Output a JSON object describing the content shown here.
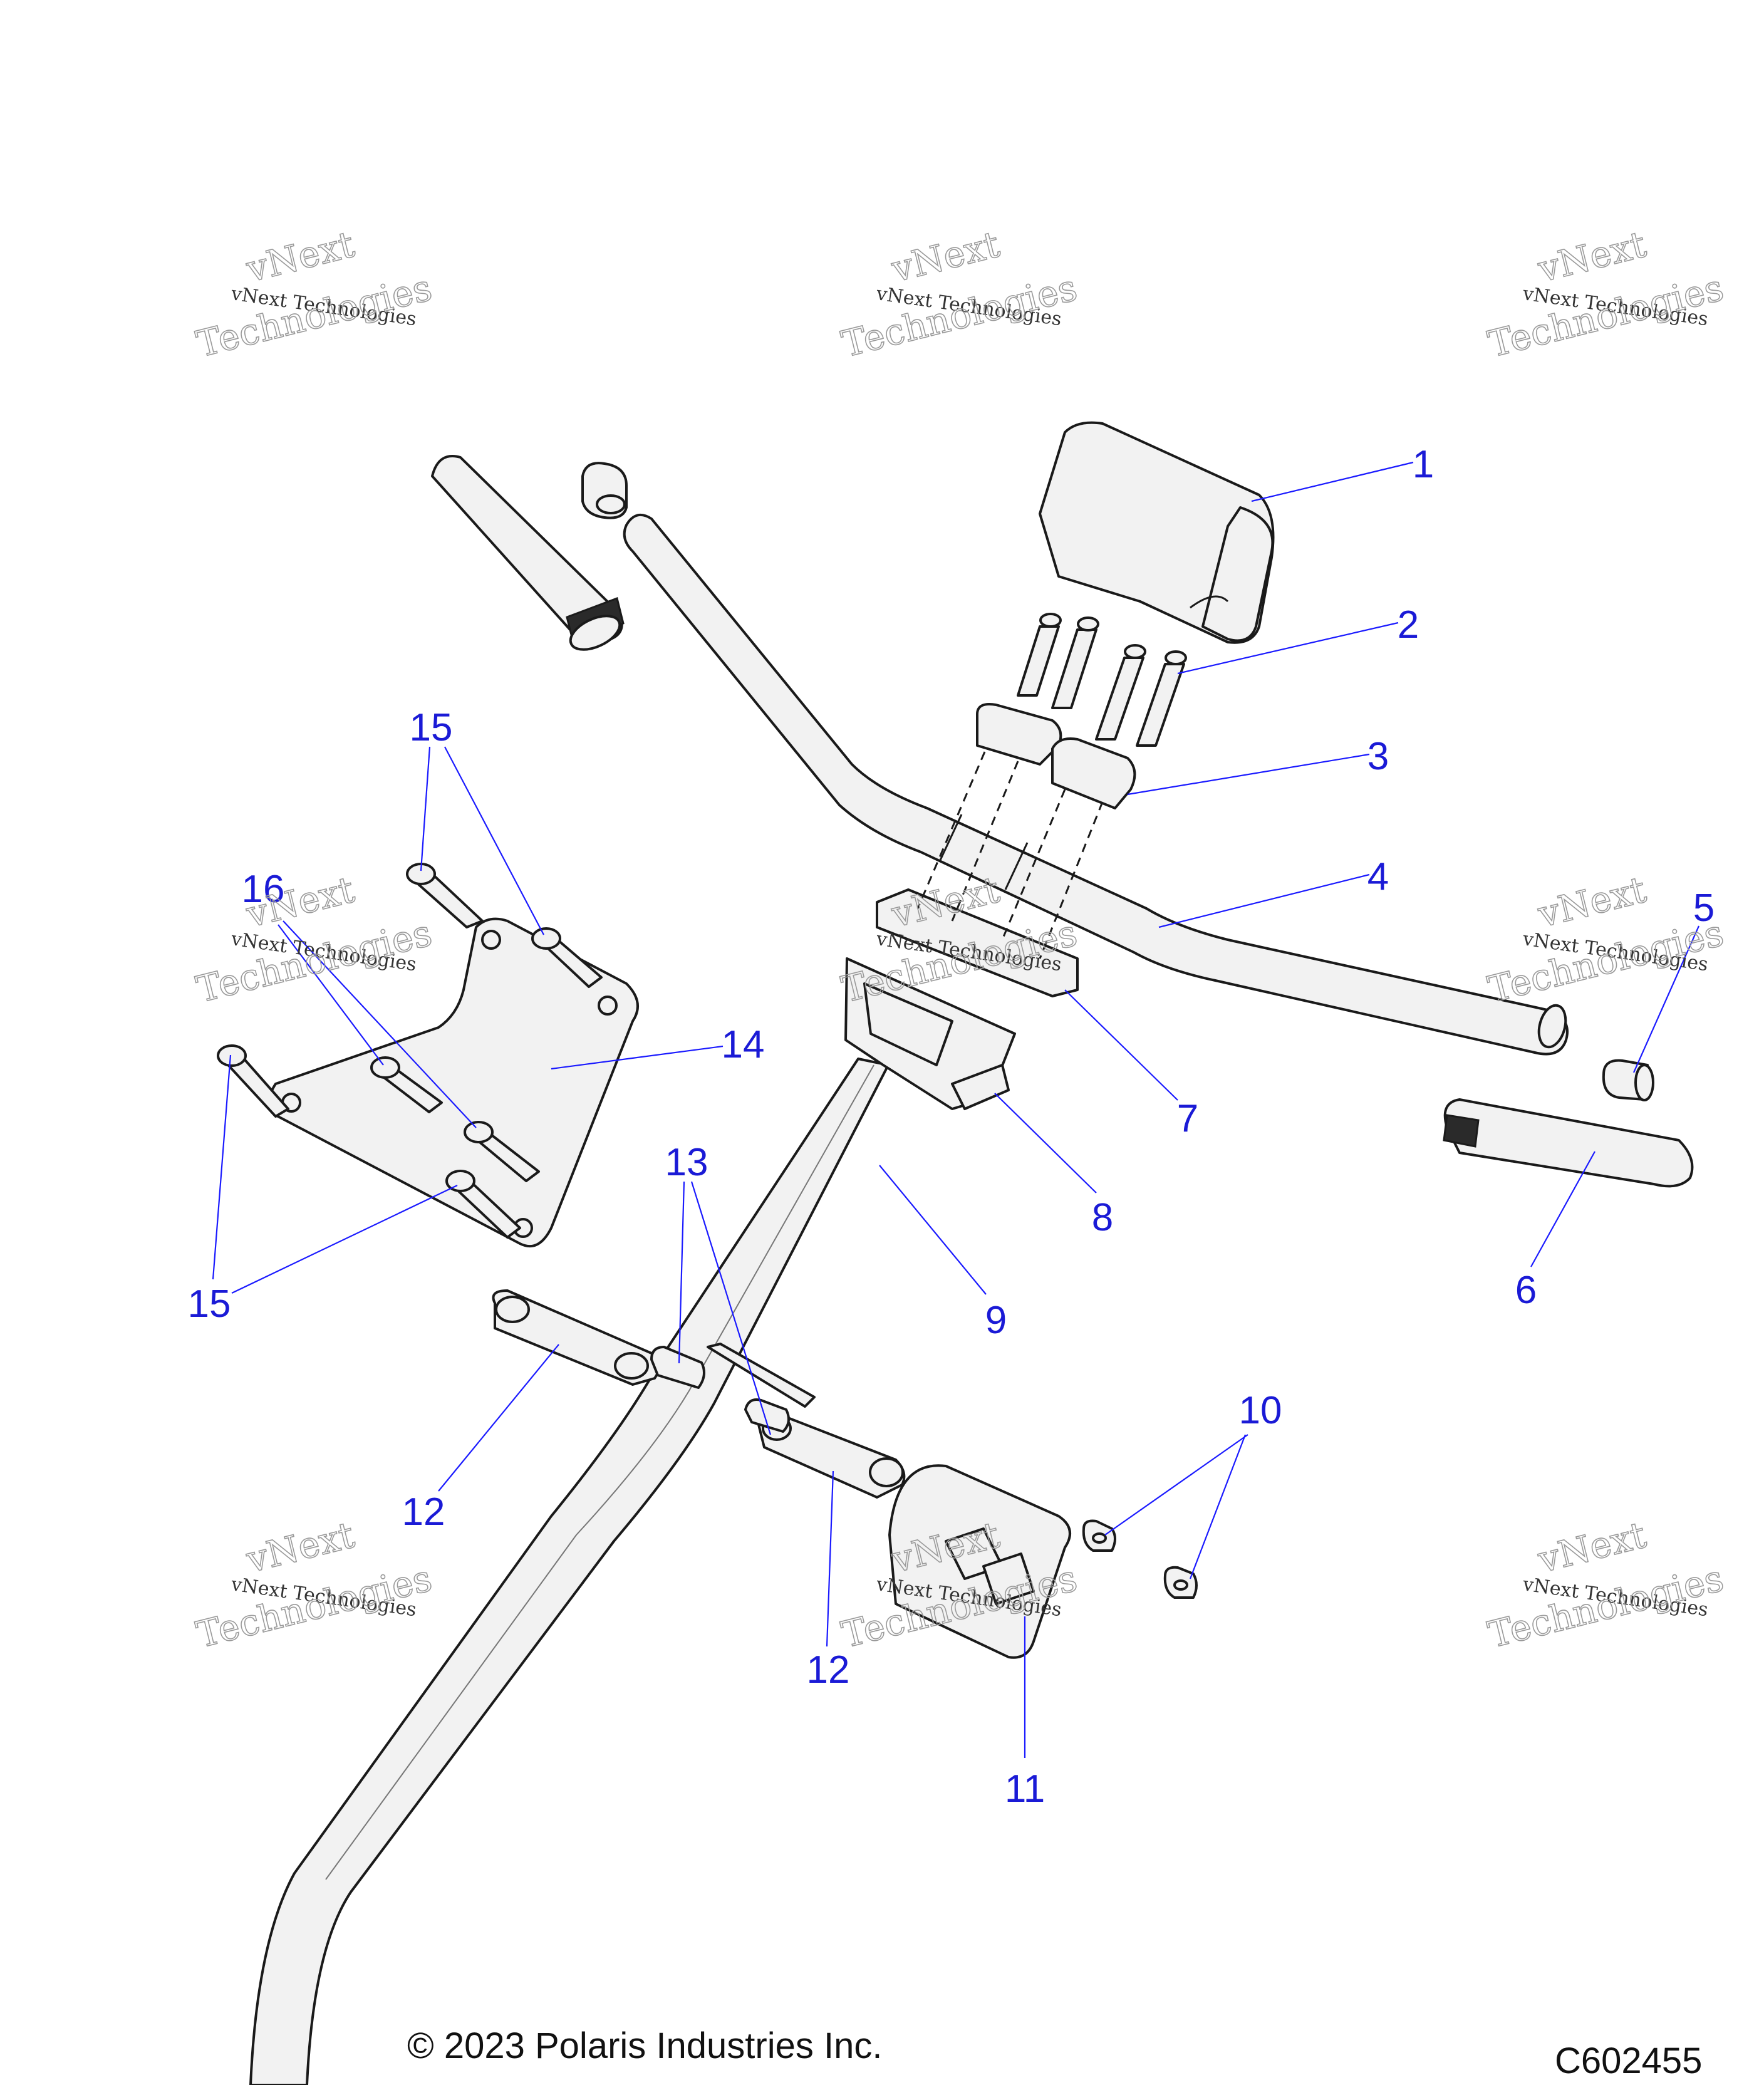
{
  "callouts": [
    "1",
    "2",
    "3",
    "4",
    "5",
    "6",
    "7",
    "8",
    "9",
    "10",
    "11",
    "12",
    "12",
    "13",
    "14",
    "15",
    "15",
    "16"
  ],
  "watermark": {
    "line1": "vNext Technologies",
    "line2": "vNext",
    "line3": "Technologies"
  },
  "footer": {
    "copyright": "© 2023 Polaris Industries Inc.",
    "drawing_id": "C602455"
  },
  "colors": {
    "callout": "#1a1ad6",
    "leader": "#1a1aff",
    "part_fill": "#f2f2f2",
    "outline": "#1a1a1a"
  }
}
